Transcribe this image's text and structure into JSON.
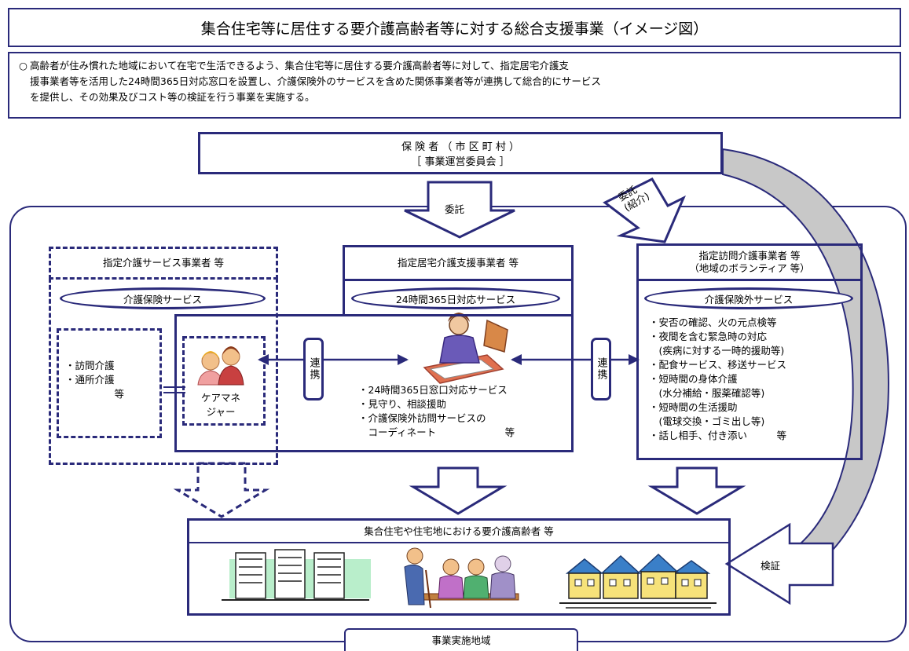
{
  "title": "集合住宅等に居住する要介護高齢者等に対する総合支援事業（イメージ図）",
  "summary": {
    "bullet": "○",
    "line1": "高齢者が住み慣れた地域において在宅で生活できるよう、集合住宅等に居住する要介護高齢者等に対して、指定居宅介護支",
    "line2": "援事業者等を活用した24時間365日対応窓口を設置し、介護保険外のサービスを含めた関係事業者等が連携して総合的にサービス",
    "line3": "を提供し、その効果及びコスト等の検証を行う事業を実施する。"
  },
  "insurer": {
    "line1": "保 険 者 （ 市 区 町 村 ）",
    "line2": "［ 事業運営委員会 ］"
  },
  "arrows": {
    "itaku": "委託",
    "itaku_intro_1": "委託",
    "itaku_intro_2": "(紹介)",
    "kensho": "検証",
    "renkei": "連携"
  },
  "left": {
    "title": "指定介護サービス事業者 等",
    "pill": "介護保険サービス",
    "services": "・訪問介護\n・通所介護\n　　　　　等",
    "care_manager": "ケアマネ\nジャー"
  },
  "center": {
    "title": "指定居宅介護支援事業者 等",
    "pill": "24時間365日対応サービス",
    "items": "・24時間365日窓口対応サービス\n・見守り、相談援助\n・介護保険外訪問サービスの\n　コーディネート　　　　　　　等"
  },
  "right": {
    "title1": "指定訪問介護事業者 等",
    "title2": "（地域のボランティア 等）",
    "pill": "介護保険外サービス",
    "items": "・安否の確認、火の元点検等\n・夜間を含む緊急時の対応\n　(疾病に対する一時的援助等)\n・配食サービス、移送サービス\n・短時間の身体介護\n　(水分補給・服薬確認等)\n・短時間の生活援助\n　(電球交換・ゴミ出し等)\n・話し相手、付き添い　　　等"
  },
  "bottom": {
    "title": "集合住宅や住宅地における要介護高齢者 等"
  },
  "region_label": "事業実施地域",
  "colors": {
    "frame": "#2a2a7a",
    "gray_arrow": "#c8c8c8",
    "green_tint": "#7fe0a0",
    "house_yellow": "#f6e27a",
    "roof_blue": "#3a7fc8"
  }
}
